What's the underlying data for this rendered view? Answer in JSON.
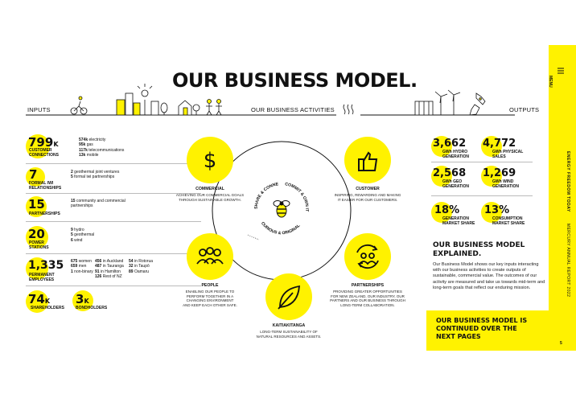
{
  "title": "OUR BUSINESS MODEL.",
  "headers": {
    "inputs": "INPUTS",
    "activities": "OUR BUSINESS ACTIVITIES",
    "outputs": "OUTPUTS"
  },
  "inputs": [
    {
      "big": "799",
      "suffix": "K",
      "label": "CUSTOMER CONNECTIONS",
      "details": [
        {
          "n": "574k",
          "t": "electricity"
        },
        {
          "n": "95k",
          "t": "gas"
        },
        {
          "n": "117k",
          "t": "telecommunications"
        },
        {
          "n": "13k",
          "t": "mobile"
        }
      ]
    },
    {
      "big": "7",
      "suffix": "",
      "label": "FORMAL IWI RELATIONSHIPS",
      "details": [
        {
          "n": "2",
          "t": "geothermal joint ventures"
        },
        {
          "n": "5",
          "t": "formal iwi partnerships"
        }
      ]
    },
    {
      "big": "15",
      "suffix": "",
      "label": "PARTNERSHIPS",
      "details": [
        {
          "n": "15",
          "t": "community and commercial partnerships"
        }
      ]
    },
    {
      "big": "20",
      "suffix": "",
      "label": "POWER STATIONS",
      "details": [
        {
          "n": "9",
          "t": "hydro"
        },
        {
          "n": "5",
          "t": "geothermal"
        },
        {
          "n": "6",
          "t": "wind"
        }
      ]
    },
    {
      "big": "1,335",
      "suffix": "",
      "label": "PERMANENT EMPLOYEES",
      "col1": [
        {
          "n": "675",
          "t": "women"
        },
        {
          "n": "659",
          "t": "men"
        },
        {
          "n": "1",
          "t": "non-binary"
        }
      ],
      "col2": [
        {
          "n": "456",
          "t": "in Auckland"
        },
        {
          "n": "487",
          "t": "in Tauranga"
        },
        {
          "n": "91",
          "t": "in Hamilton"
        },
        {
          "n": "126",
          "t": "Rest of NZ"
        }
      ],
      "col3": [
        {
          "n": "54",
          "t": "in Rotorua"
        },
        {
          "n": "32",
          "t": "in Taupō"
        },
        {
          "n": "89",
          "t": "Oamaru"
        }
      ]
    }
  ],
  "holders": [
    {
      "big": "74",
      "suffix": "K",
      "label": "SHAREHOLDERS"
    },
    {
      "big": "3",
      "suffix": "K",
      "label": "BONDHOLDERS"
    }
  ],
  "activities": [
    {
      "title": "COMMERCIAL",
      "desc": [
        "ACHIEVING OUR COMMERCIAL GOALS",
        "THROUGH SUSTAINABLE GROWTH."
      ],
      "icon": "dollar-icon"
    },
    {
      "title": "CUSTOMER",
      "desc": [
        "INSPIRING, REWARDING AND MAKING",
        "IT EASIER FOR OUR CUSTOMERS."
      ],
      "icon": "thumbs-up-icon"
    },
    {
      "title": "PEOPLE",
      "desc": [
        "ENABLING OUR PEOPLE TO",
        "PERFORM TOGETHER IN A",
        "CHANGING ENVIRONMENT",
        "AND KEEP EACH OTHER SAFE."
      ],
      "icon": "people-icon"
    },
    {
      "title": "PARTNERSHIPS",
      "desc": [
        "PROVIDING GREATER OPPORTUNITIES",
        "FOR NEW ZEALAND, OUR INDUSTRY, OUR",
        "PARTNERS AND OUR BUSINESS THROUGH",
        "LONG-TERM COLLABORATION."
      ],
      "icon": "partnership-icon"
    },
    {
      "title": "KAITIAKITANGA",
      "desc": [
        "LONG-TERM SUSTAINABILITY OF",
        "NATURAL RESOURCES AND ASSETS."
      ],
      "icon": "leaf-icon"
    }
  ],
  "center": {
    "top_left": "SHARE & CONNECT",
    "top_right": "COMMIT & OWN IT",
    "bottom": "CURIOUS & ORIGINAL",
    "icon": "bee-icon"
  },
  "outputs": [
    {
      "num": "3,662",
      "unit": "GWh",
      "label": "HYDRO GENERATION"
    },
    {
      "num": "4,772",
      "unit": "GWh",
      "label": "PHYSICAL SALES"
    },
    {
      "num": "2,568",
      "unit": "GWh",
      "label": "GEO GENERATION"
    },
    {
      "num": "1,269",
      "unit": "GWh",
      "label": "WIND GENERATION"
    },
    {
      "num": "18%",
      "unit": "",
      "label": "GENERATION MARKET SHARE"
    },
    {
      "num": "13%",
      "unit": "",
      "label": "CONSUMPTION MARKET SHARE"
    }
  ],
  "explain": {
    "title": "OUR BUSINESS MODEL EXPLAINED.",
    "body": "Our Business Model shows our key inputs interacting with our business activities to create outputs of sustainable, commercial value. The outcomes of our activity are measured and take us towards mid-term and long-term goals that reflect our enduring mission."
  },
  "continued": "OUR BUSINESS MODEL IS CONTINUED OVER THE NEXT PAGES",
  "sidebar": {
    "menu": "MENU",
    "section": "ENERGY FREEDOM TODAY",
    "report": "MERCURY ANNUAL REPORT 2022",
    "page": "5"
  },
  "colors": {
    "accent": "#fff200",
    "ink": "#111111"
  }
}
